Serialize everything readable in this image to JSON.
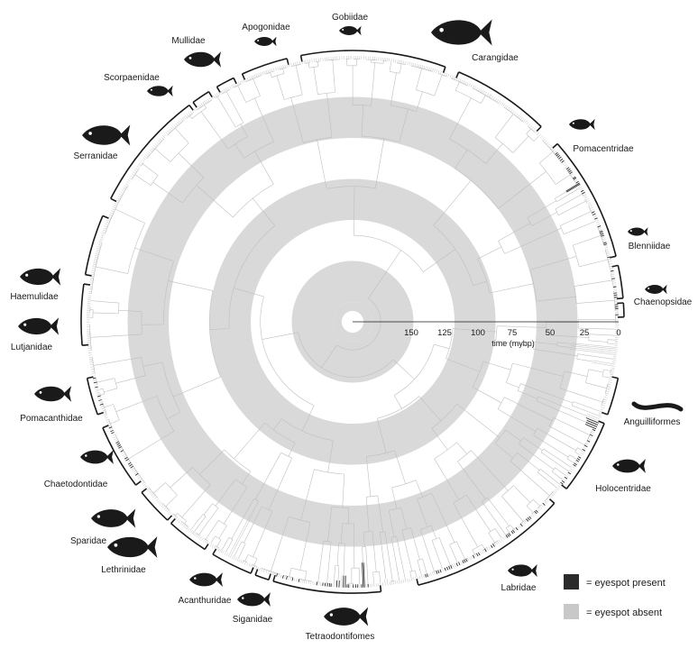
{
  "colors": {
    "present": "#2b2b2b",
    "absent": "#c8c8c8",
    "ring": "#d9d9d9",
    "branch": "#bfbfbf",
    "ink": "#1a1a1a"
  },
  "time_axis": {
    "title": "time (mybp)",
    "ticks": [
      "150",
      "125",
      "100",
      "75",
      "50",
      "25",
      "0"
    ],
    "tick_values": [
      150,
      125,
      100,
      75,
      50,
      25,
      0
    ]
  },
  "legend": {
    "present_label": "= eyespot present",
    "absent_label": "= eyespot absent"
  },
  "clades": [
    {
      "name": "Gobiidae",
      "icon": "goby-silhouette-icon",
      "angle_start": -101,
      "angle_end": -70,
      "eyespot": false
    },
    {
      "name": "Carangidae",
      "icon": "jack-silhouette-icon",
      "angle_start": -67,
      "angle_end": -46,
      "eyespot": false
    },
    {
      "name": "Pomacentridae",
      "icon": "damselfish-silhouette-icon",
      "angle_start": -41,
      "angle_end": -14,
      "eyespot": true
    },
    {
      "name": "Blenniidae",
      "icon": "blenny-silhouette-icon",
      "angle_start": -12,
      "angle_end": -5,
      "eyespot": true
    },
    {
      "name": "Chaenopsidae",
      "icon": "pike-blenny-silhouette-icon",
      "angle_start": -4,
      "angle_end": -1,
      "eyespot": true
    },
    {
      "name": "Anguilliformes",
      "icon": "eel-silhouette-icon",
      "angle_start": 12,
      "angle_end": 20,
      "eyespot": false
    },
    {
      "name": "Holocentridae",
      "icon": "squirrelfish-silhouette-icon",
      "angle_start": 22,
      "angle_end": 38,
      "eyespot": true
    },
    {
      "name": "Labridae",
      "icon": "wrasse-silhouette-icon",
      "angle_start": 42,
      "angle_end": 76,
      "eyespot": true
    },
    {
      "name": "Tetraodontifomes",
      "icon": "pufferfish-silhouette-icon",
      "angle_start": 84,
      "angle_end": 107,
      "eyespot": true
    },
    {
      "name": "Siganidae",
      "icon": "rabbitfish-silhouette-icon",
      "angle_start": 108,
      "angle_end": 111,
      "eyespot": false
    },
    {
      "name": "Acanthuridae",
      "icon": "surgeonfish-silhouette-icon",
      "angle_start": 112,
      "angle_end": 121,
      "eyespot": false
    },
    {
      "name": "Lethrinidae",
      "icon": "emperor-silhouette-icon",
      "angle_start": 123,
      "angle_end": 132,
      "eyespot": false
    },
    {
      "name": "Sparidae",
      "icon": "porgy-silhouette-icon",
      "angle_start": 133,
      "angle_end": 141,
      "eyespot": false
    },
    {
      "name": "Chaetodontidae",
      "icon": "butterflyfish-silhouette-icon",
      "angle_start": 143,
      "angle_end": 157,
      "eyespot": true
    },
    {
      "name": "Pomacanthidae",
      "icon": "angelfish-silhouette-icon",
      "angle_start": 160,
      "angle_end": 168,
      "eyespot": true
    },
    {
      "name": "Lutjanidae",
      "icon": "snapper-silhouette-icon",
      "angle_start": 175,
      "angle_end": 188,
      "eyespot": false
    },
    {
      "name": "Haemulidae",
      "icon": "grunt-silhouette-icon",
      "angle_start": 190,
      "angle_end": 203,
      "eyespot": false
    },
    {
      "name": "Serranidae",
      "icon": "grouper-silhouette-icon",
      "angle_start": 207,
      "angle_end": 233,
      "eyespot": false
    },
    {
      "name": "Scorpaenidae",
      "icon": "scorpionfish-silhouette-icon",
      "angle_start": 234,
      "angle_end": 238,
      "eyespot": false
    },
    {
      "name": "Mullidae",
      "icon": "goatfish-silhouette-icon",
      "angle_start": 240,
      "angle_end": 244,
      "eyespot": false
    },
    {
      "name": "Apogonidae",
      "icon": "cardinalfish-silhouette-icon",
      "angle_start": 246,
      "angle_end": 256,
      "eyespot": false
    }
  ]
}
